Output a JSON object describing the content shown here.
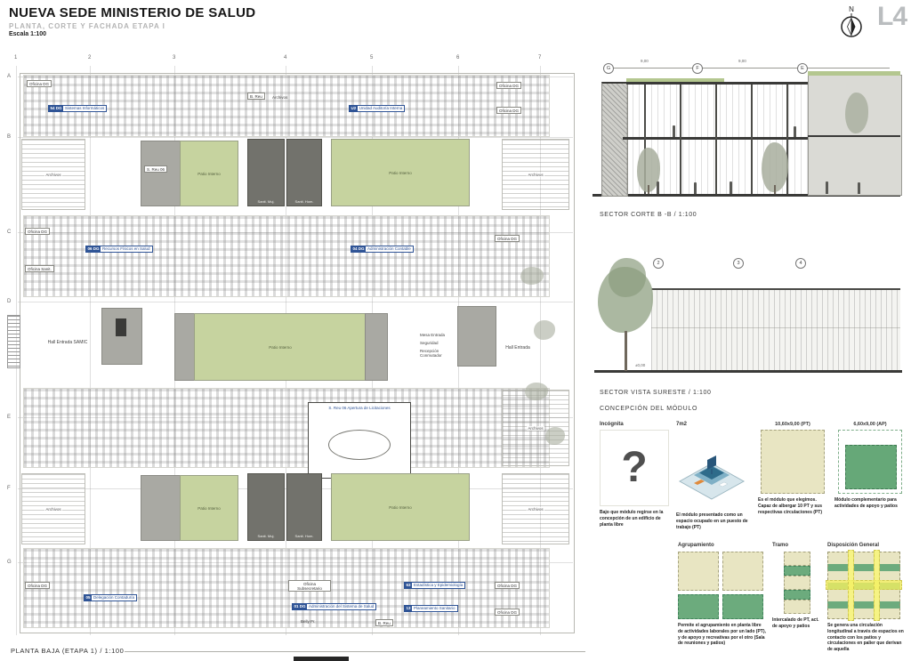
{
  "header": {
    "title": "NUEVA SEDE MINISTERIO DE SALUD",
    "subtitle": "PLANTA, CORTE Y FACHADA ETAPA I",
    "scale": "Escala 1:100",
    "sheet": "L4",
    "compass": "N"
  },
  "plan": {
    "caption": "PLANTA BAJA (ETAPA 1) / 1:100",
    "grid_cols": [
      "1",
      "2",
      "3",
      "4",
      "5",
      "6",
      "7"
    ],
    "grid_rows": [
      "A",
      "B",
      "C",
      "D",
      "E",
      "F",
      "G"
    ],
    "labels": {
      "oficina_dg": "Oficina DG",
      "oficina_sanit": "Oficina Sanit.",
      "oficina_subsecretario": "Oficina Subsecretario",
      "archivos": "Archivos",
      "patio_interno": "Patio Interno",
      "sanit_muj": "Sanit. Muj.",
      "sanit_hom": "Sanit. Hom.",
      "s_reu_06": "S. Reu 06",
      "b_reu": "B. Reu",
      "belly_pr": "Belly Pr.",
      "hall_entrada_samic": "Hall Entrada SAMIC",
      "hall_entrada": "Hall Entrada",
      "mesa_entrada": "Mesa Entrada",
      "seguridad": "Seguridad",
      "recepcion": "Recepción Conmutador",
      "sala_licitaciones": "S. Reu 06 Apertura de Licitaciones"
    },
    "tags": {
      "sistemas": {
        "num": "54 DG",
        "name": "Sistemas Informáticos"
      },
      "auditoria": {
        "num": "U2",
        "name": "Unidad Auditoría Interna"
      },
      "recursos": {
        "num": "06 DG",
        "name": "Recursos Físicos en Salud"
      },
      "contable": {
        "num": "04 DG",
        "name": "Administración Contable"
      },
      "contaduria": {
        "num": "05",
        "name": "Delegación Contaduría"
      },
      "admin_salud": {
        "num": "01 DG",
        "name": "Administración del Sistema de Salud"
      },
      "estadistica": {
        "num": "63",
        "name": "Estadística y Epidemiología"
      },
      "planeamiento": {
        "num": "13",
        "name": "Planeamiento Sanitario"
      }
    }
  },
  "section": {
    "title": "SECTOR CORTE B -B / 1:100",
    "grid": [
      "G",
      "F",
      "E"
    ],
    "dims": [
      "9,00",
      "9,00"
    ]
  },
  "elevation": {
    "title": "SECTOR VISTA SURESTE / 1:100",
    "grid": [
      "2",
      "3",
      "4"
    ],
    "level": "±0,00"
  },
  "modulo": {
    "heading": "CONCEPCIÓN DEL MÓDULO",
    "cards": [
      {
        "label": "Incógnita",
        "symbol": "?",
        "caption": "Bajo que módulo regirse en la concepción de un edificio de planta libre"
      },
      {
        "label": "7m2",
        "caption": "El módulo presentado como un espacio ocupado en un puesto de trabajo (PT)"
      },
      {
        "label": "10,60x9,00 (PT)",
        "caption": "Es el módulo que elegimos. Capaz de albergar 10 PT y sus respectivas circulaciones (PT)"
      },
      {
        "label": "6,60x9,00 (AP)",
        "caption": "Módulo complementario para actividades de apoyo y patios"
      }
    ],
    "diagrams": [
      {
        "label": "Agrupamiento",
        "caption": "Permite el agrupamiento en planta libre de actividades laborales por un lado (PT), y de apoyo y recreativas por el otro (Sala de reuniones y patios)"
      },
      {
        "label": "Tramo",
        "caption": "Intercalado de PT, act. de apoyo y patios"
      },
      {
        "label": "Disposición General",
        "caption": "Se genera una circulación longitudinal a través de espacios en contacto con los patios y circulaciones en palier que derivan de aquella"
      }
    ]
  },
  "colors": {
    "patio_green": "#c6d39f",
    "module_beige": "#e8e5c2",
    "module_green": "#6cab7d",
    "circulation_yellow": "#f2ee62",
    "tag_blue": "#2f5496"
  }
}
